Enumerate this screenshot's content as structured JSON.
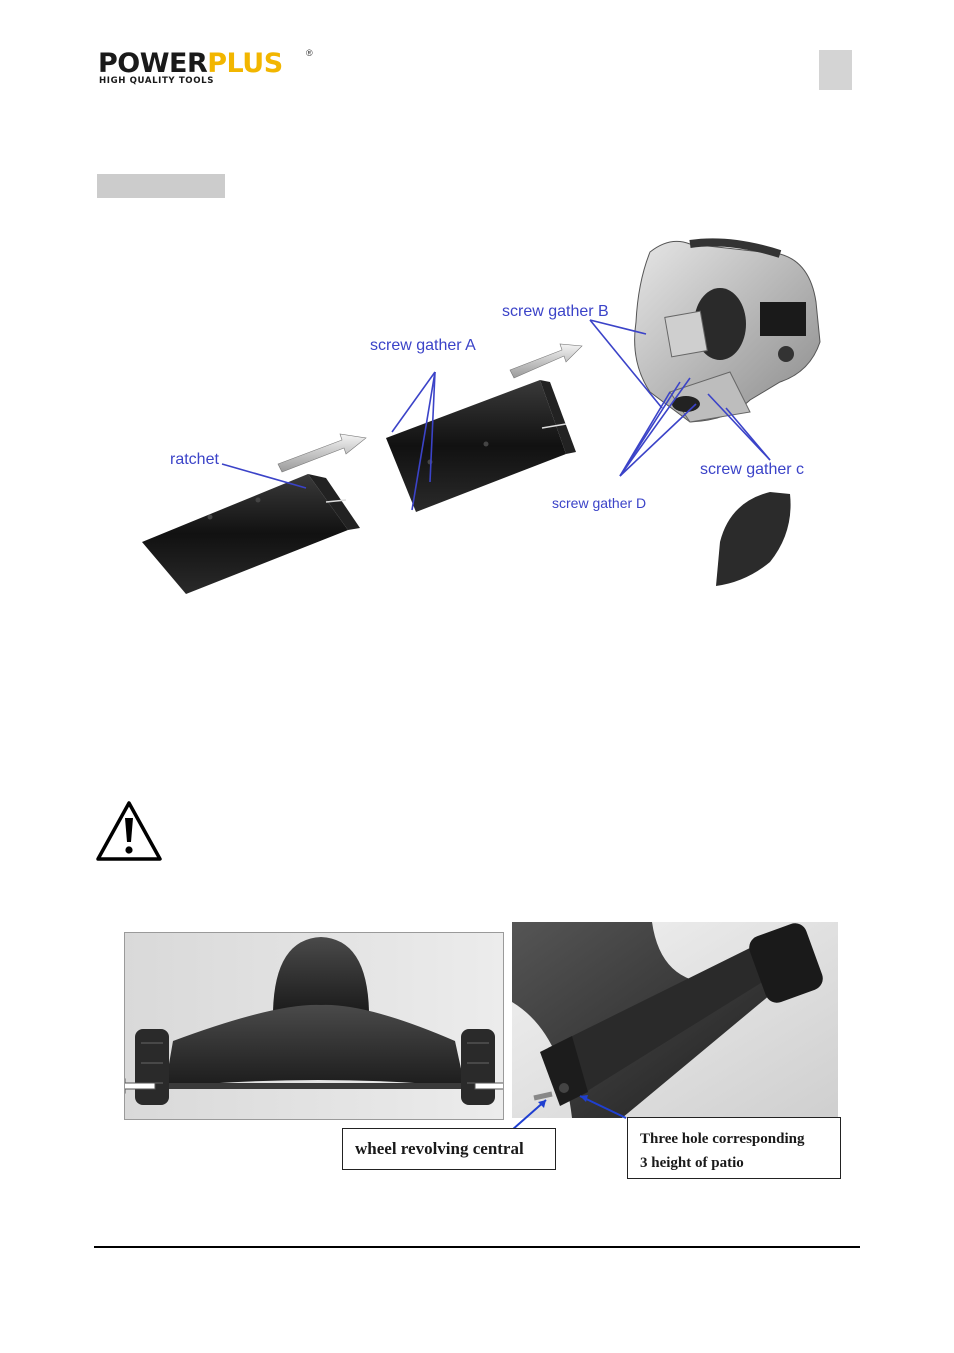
{
  "brand": {
    "name_part1": "POWER",
    "name_part2": "PLUS",
    "registered": "®",
    "tagline": "HIGH QUALITY TOOLS",
    "color_dark": "#1a1a1a",
    "color_yellow": "#f2b600"
  },
  "figure1": {
    "callouts": {
      "ratchet": "ratchet",
      "screw_gather_a": "screw gather A",
      "screw_gather_b": "screw gather B",
      "screw_gather_c": "screw gather c",
      "screw_gather_d": "screw gather D"
    },
    "callout_color": "#3b43c8"
  },
  "warning": {
    "icon": "warning-triangle-icon"
  },
  "figure2": {
    "label_wheel": "wheel revolving central",
    "label_three_line1": "Three hole corresponding",
    "label_three_line2": "3 height of patio"
  }
}
